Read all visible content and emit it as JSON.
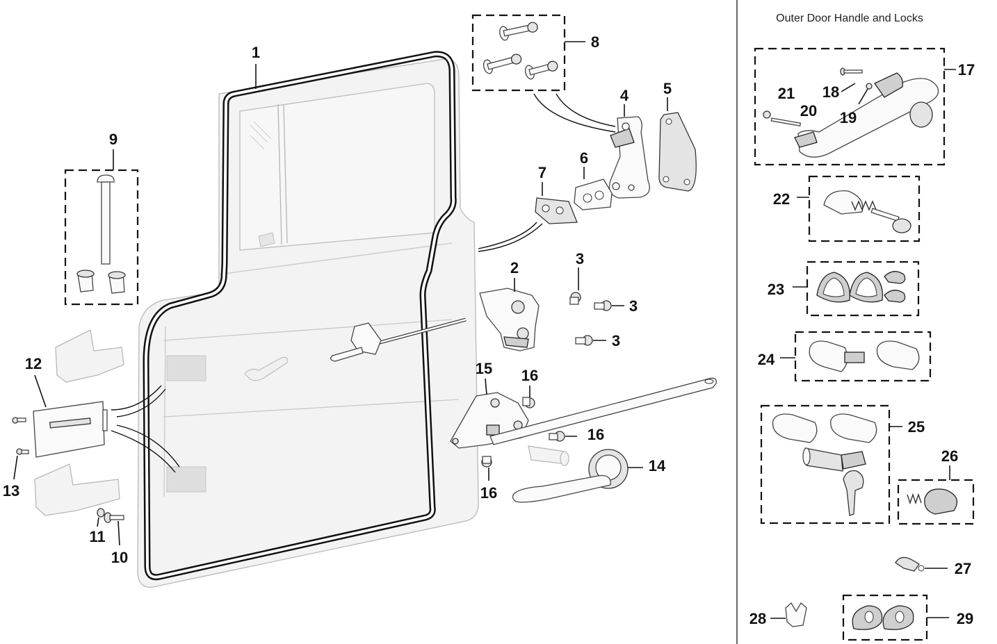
{
  "panel": {
    "title": "Outer Door Handle and Locks"
  },
  "callouts": {
    "c1": "1",
    "c2": "2",
    "c3a": "3",
    "c3b": "3",
    "c3c": "3",
    "c4": "4",
    "c5": "5",
    "c6": "6",
    "c7": "7",
    "c8": "8",
    "c9": "9",
    "c10": "10",
    "c11": "11",
    "c12": "12",
    "c13": "13",
    "c14": "14",
    "c15": "15",
    "c16a": "16",
    "c16b": "16",
    "c16c": "16",
    "c17": "17",
    "c18": "18",
    "c19": "19",
    "c20": "20",
    "c21": "21",
    "c22": "22",
    "c23": "23",
    "c24": "24",
    "c25": "25",
    "c26": "26",
    "c27": "27",
    "c28": "28",
    "c29": "29"
  }
}
